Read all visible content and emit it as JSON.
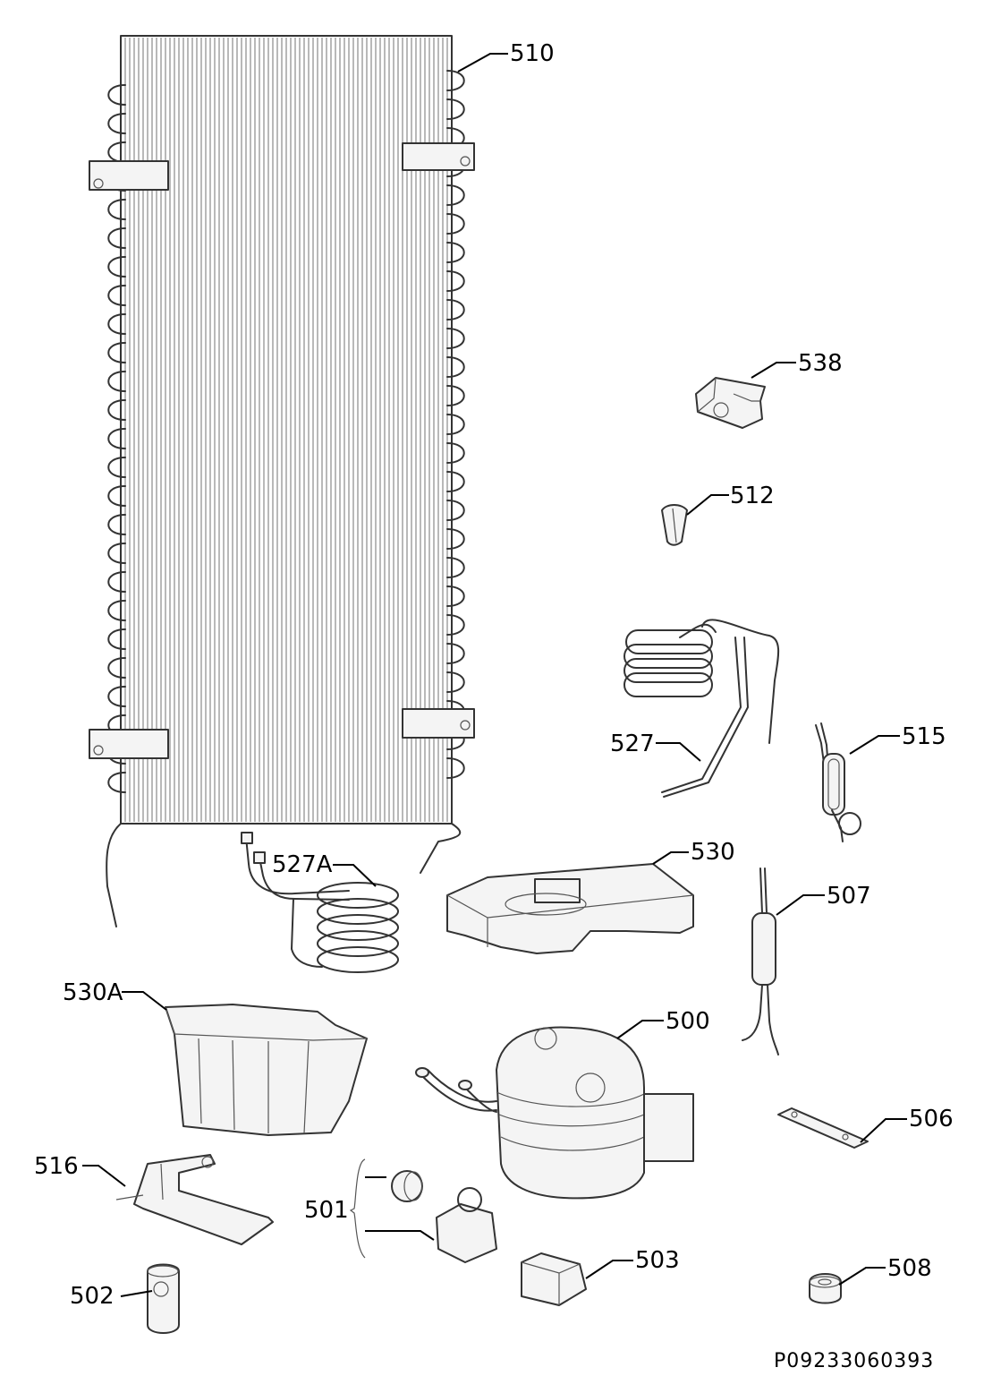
{
  "callouts": {
    "c510": "510",
    "c538": "538",
    "c512": "512",
    "c527": "527",
    "c515": "515",
    "c527A": "527A",
    "c530": "530",
    "c507": "507",
    "c530A": "530A",
    "c500": "500",
    "c506": "506",
    "c516": "516",
    "c501": "501",
    "c503": "503",
    "c502": "502",
    "c508": "508"
  },
  "document_number": "P09233060393",
  "colors": {
    "line": "#333333",
    "grid": "#8a8a8a",
    "text": "#000000",
    "background": "#ffffff"
  }
}
